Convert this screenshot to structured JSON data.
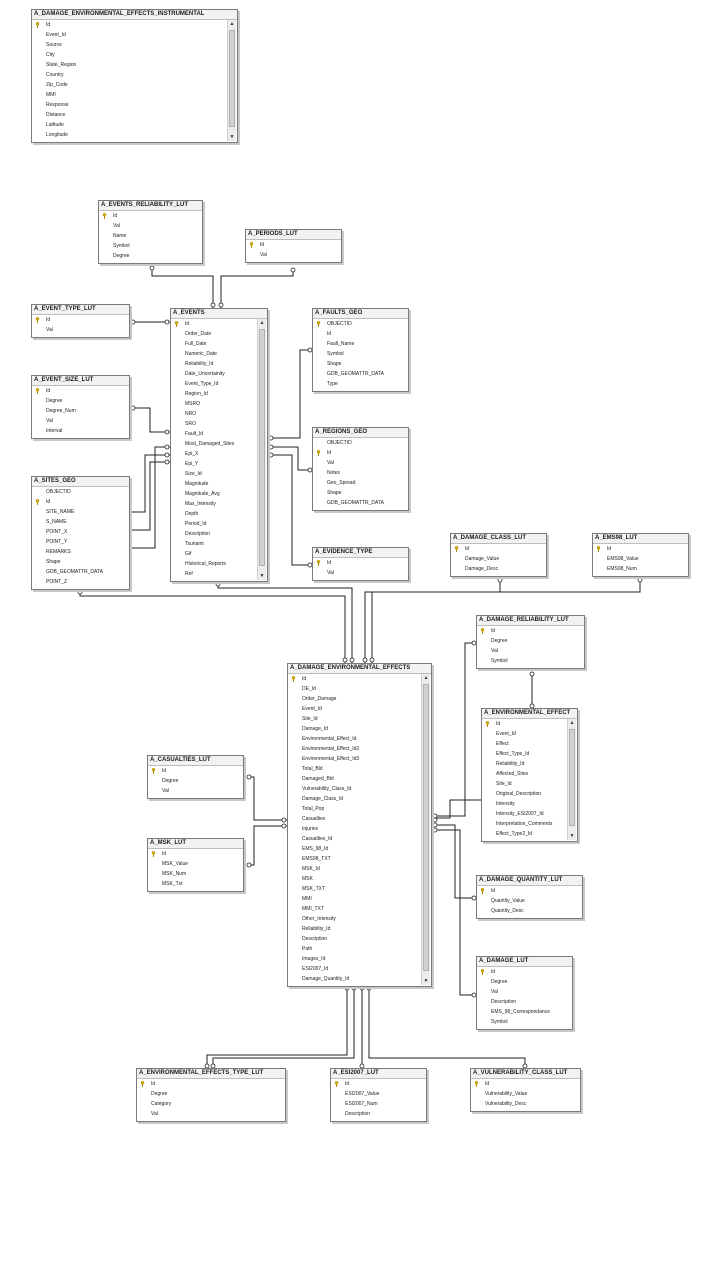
{
  "tables": [
    {
      "id": "t_dmg_instr",
      "name": "A_DAMAGE_ENVIRONMENTAL_EFFECTS_INSTRUMENTAL",
      "scroll": true,
      "fields": [
        "Id",
        "Event_Id",
        "Source",
        "City",
        "State_Region",
        "Country",
        "Zip_Code",
        "MMI",
        "Response",
        "Distance",
        "Latitude",
        "Longitude"
      ],
      "keys": [
        0
      ]
    },
    {
      "id": "t_rel_lut",
      "name": "A_EVENTS_RELIABILITY_LUT",
      "scroll": false,
      "fields": [
        "Id",
        "Val",
        "Name",
        "Symbol",
        "Degree"
      ],
      "keys": [
        0
      ]
    },
    {
      "id": "t_periods",
      "name": "A_PERIODS_LUT",
      "scroll": false,
      "fields": [
        "Id",
        "Val"
      ],
      "keys": [
        0
      ]
    },
    {
      "id": "t_evtype",
      "name": "A_EVENT_TYPE_LUT",
      "scroll": false,
      "fields": [
        "Id",
        "Val"
      ],
      "keys": [
        0
      ]
    },
    {
      "id": "t_events",
      "name": "A_EVENTS",
      "scroll": true,
      "fields": [
        "Id",
        "Order_Date",
        "Full_Date",
        "Numeric_Date",
        "Reliability_Id",
        "Date_Uncertainity",
        "Event_Type_Id",
        "Region_Id",
        "MSRO",
        "NRO",
        "SRO",
        "Fault_Id",
        "Most_Damaged_Sites",
        "Epi_X",
        "Epi_Y",
        "Size_Id",
        "Magnitude",
        "Magnitude_Avg",
        "Max_Intensity",
        "Depth",
        "Period_Id",
        "Description",
        "Tsunami",
        "Gif",
        "Historical_Reports",
        "Ref"
      ],
      "keys": [
        0
      ]
    },
    {
      "id": "t_faults",
      "name": "A_FAULTS_GEO",
      "scroll": false,
      "fields": [
        "OBJECTID",
        "Id",
        "Fault_Name",
        "Symbol",
        "Shape",
        "GDB_GEOMATTR_DATA",
        "Type"
      ],
      "keys": [
        0
      ]
    },
    {
      "id": "t_evsize",
      "name": "A_EVENT_SIZE_LUT",
      "scroll": false,
      "fields": [
        "Id",
        "Degree",
        "Degree_Num",
        "Val",
        "Interval"
      ],
      "keys": [
        0
      ]
    },
    {
      "id": "t_regions",
      "name": "A_REGIONS_GEO",
      "scroll": false,
      "fields": [
        "OBJECTID",
        "Id",
        "Val",
        "Notes",
        "Geo_Spread",
        "Shape",
        "GDB_GEOMATTR_DATA"
      ],
      "keys": [
        1
      ]
    },
    {
      "id": "t_sites",
      "name": "A_SITES_GEO",
      "scroll": false,
      "fields": [
        "OBJECTID",
        "Id",
        "SITE_NAME",
        "S_NAME",
        "POINT_X",
        "POINT_Y",
        "REMARKS",
        "Shape",
        "GDB_GEOMATTR_DATA",
        "POINT_Z"
      ],
      "keys": [
        1
      ]
    },
    {
      "id": "t_evidence",
      "name": "A_EVIDENCE_TYPE",
      "scroll": false,
      "fields": [
        "Id",
        "Val"
      ],
      "keys": [
        0
      ]
    },
    {
      "id": "t_dmgclass",
      "name": "A_DAMAGE_CLASS_LUT",
      "scroll": false,
      "fields": [
        "Id",
        "Damage_Value",
        "Damage_Desc"
      ],
      "keys": [
        0
      ]
    },
    {
      "id": "t_ems98",
      "name": "A_EMS98_LUT",
      "scroll": false,
      "fields": [
        "Id",
        "EMS98_Value",
        "EMS98_Num"
      ],
      "keys": [
        0
      ]
    },
    {
      "id": "t_dmgrel",
      "name": "A_DAMAGE_RELIABILITY_LUT",
      "scroll": false,
      "fields": [
        "Id",
        "Degree",
        "Val",
        "Symbol"
      ],
      "keys": [
        0
      ]
    },
    {
      "id": "t_dmgenv",
      "name": "A_DAMAGE_ENVIRONMENTAL_EFFECTS",
      "scroll": true,
      "fields": [
        "Id",
        "DE_Id",
        "Order_Damage",
        "Event_Id",
        "Site_Id",
        "Damage_Id",
        "Environmental_Effect_Id",
        "Environmental_Effect_Id2",
        "Environmental_Effect_Id3",
        "Total_Bld",
        "Damaged_Bld",
        "Vulnerability_Class_Id",
        "Damage_Class_Id",
        "Total_Pop",
        "Casualties",
        "Injuries",
        "Casualties_Id",
        "EMS_98_Id",
        "EMS98_TXT",
        "MSK_Id",
        "MSK",
        "MSK_TXT",
        "MMI",
        "MMI_TXT",
        "Other_Intensity",
        "Reliability_Id",
        "Description",
        "Path",
        "Images_Id",
        "ESI2007_Id",
        "Damage_Quantity_Id"
      ],
      "keys": [
        0
      ]
    },
    {
      "id": "t_envfx",
      "name": "A_ENVIRONMENTAL_EFFECT",
      "scroll": true,
      "fields": [
        "Id",
        "Event_Id",
        "Effect",
        "Effect_Type_Id",
        "Reliability_Id",
        "Affected_Sites",
        "Site_Id",
        "Original_Description",
        "Intensity",
        "Intensity_ESI2007_Id",
        "Interpretation_Comments",
        "Effect_Type2_Id"
      ],
      "keys": [
        0
      ]
    },
    {
      "id": "t_casualties",
      "name": "A_CASUALTIES_LUT",
      "scroll": false,
      "fields": [
        "Id",
        "Degree",
        "Val"
      ],
      "keys": [
        0
      ]
    },
    {
      "id": "t_msk",
      "name": "A_MSK_LUT",
      "scroll": false,
      "fields": [
        "Id",
        "MSK_Value",
        "MSK_Num",
        "MSK_Txt"
      ],
      "keys": [
        0
      ]
    },
    {
      "id": "t_dmgqty",
      "name": "A_DAMAGE_QUANTITY_LUT",
      "scroll": false,
      "fields": [
        "Id",
        "Quantity_Value",
        "Quantity_Desc"
      ],
      "keys": [
        0
      ]
    },
    {
      "id": "t_dmglut",
      "name": "A_DAMAGE_LUT",
      "scroll": false,
      "fields": [
        "Id",
        "Degree",
        "Val",
        "Description",
        "EMS_98_Correspondance",
        "Symbol"
      ],
      "keys": [
        0
      ]
    },
    {
      "id": "t_envfxtype",
      "name": "A_ENVIRONMENTAL_EFFECTS_TYPE_LUT",
      "scroll": false,
      "fields": [
        "Id",
        "Degree",
        "Category",
        "Val"
      ],
      "keys": [
        0
      ]
    },
    {
      "id": "t_esi",
      "name": "A_ESI2007_LUT",
      "scroll": false,
      "fields": [
        "Id",
        "ESI2007_Value",
        "ESI2007_Num",
        "Description"
      ],
      "keys": [
        0
      ]
    },
    {
      "id": "t_vuln",
      "name": "A_VULNERABILITY_CLASS_LUT",
      "scroll": false,
      "fields": [
        "Id",
        "Vulnerability_Value",
        "Vulnerability_Desc"
      ],
      "keys": [
        0
      ]
    }
  ]
}
